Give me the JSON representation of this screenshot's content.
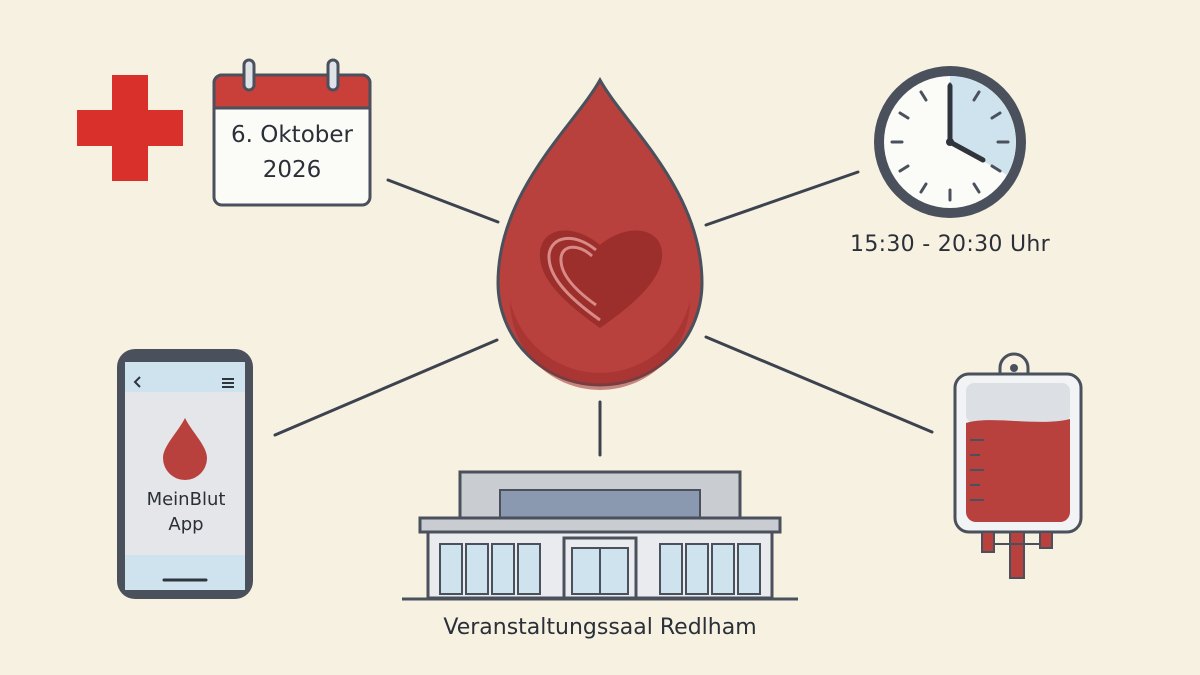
{
  "calendar": {
    "line1": "6. Oktober",
    "line2": "2026"
  },
  "time": {
    "label": "15:30 - 20:30 Uhr"
  },
  "app": {
    "line1": "MeinBlut",
    "line2": "App"
  },
  "venue": {
    "label": "Veranstaltungssaal Redlham"
  },
  "colors": {
    "background": "#f6f1e1",
    "red_cross": "#d9302c",
    "blood": "#b8403d",
    "blood_dark": "#9c2e2c",
    "outline": "#4a505c",
    "glass": "#cfe3ee"
  },
  "icons": [
    "red-cross-icon",
    "calendar-icon",
    "blood-drop-heart-icon",
    "clock-icon",
    "smartphone-icon",
    "building-icon",
    "blood-bag-icon"
  ]
}
